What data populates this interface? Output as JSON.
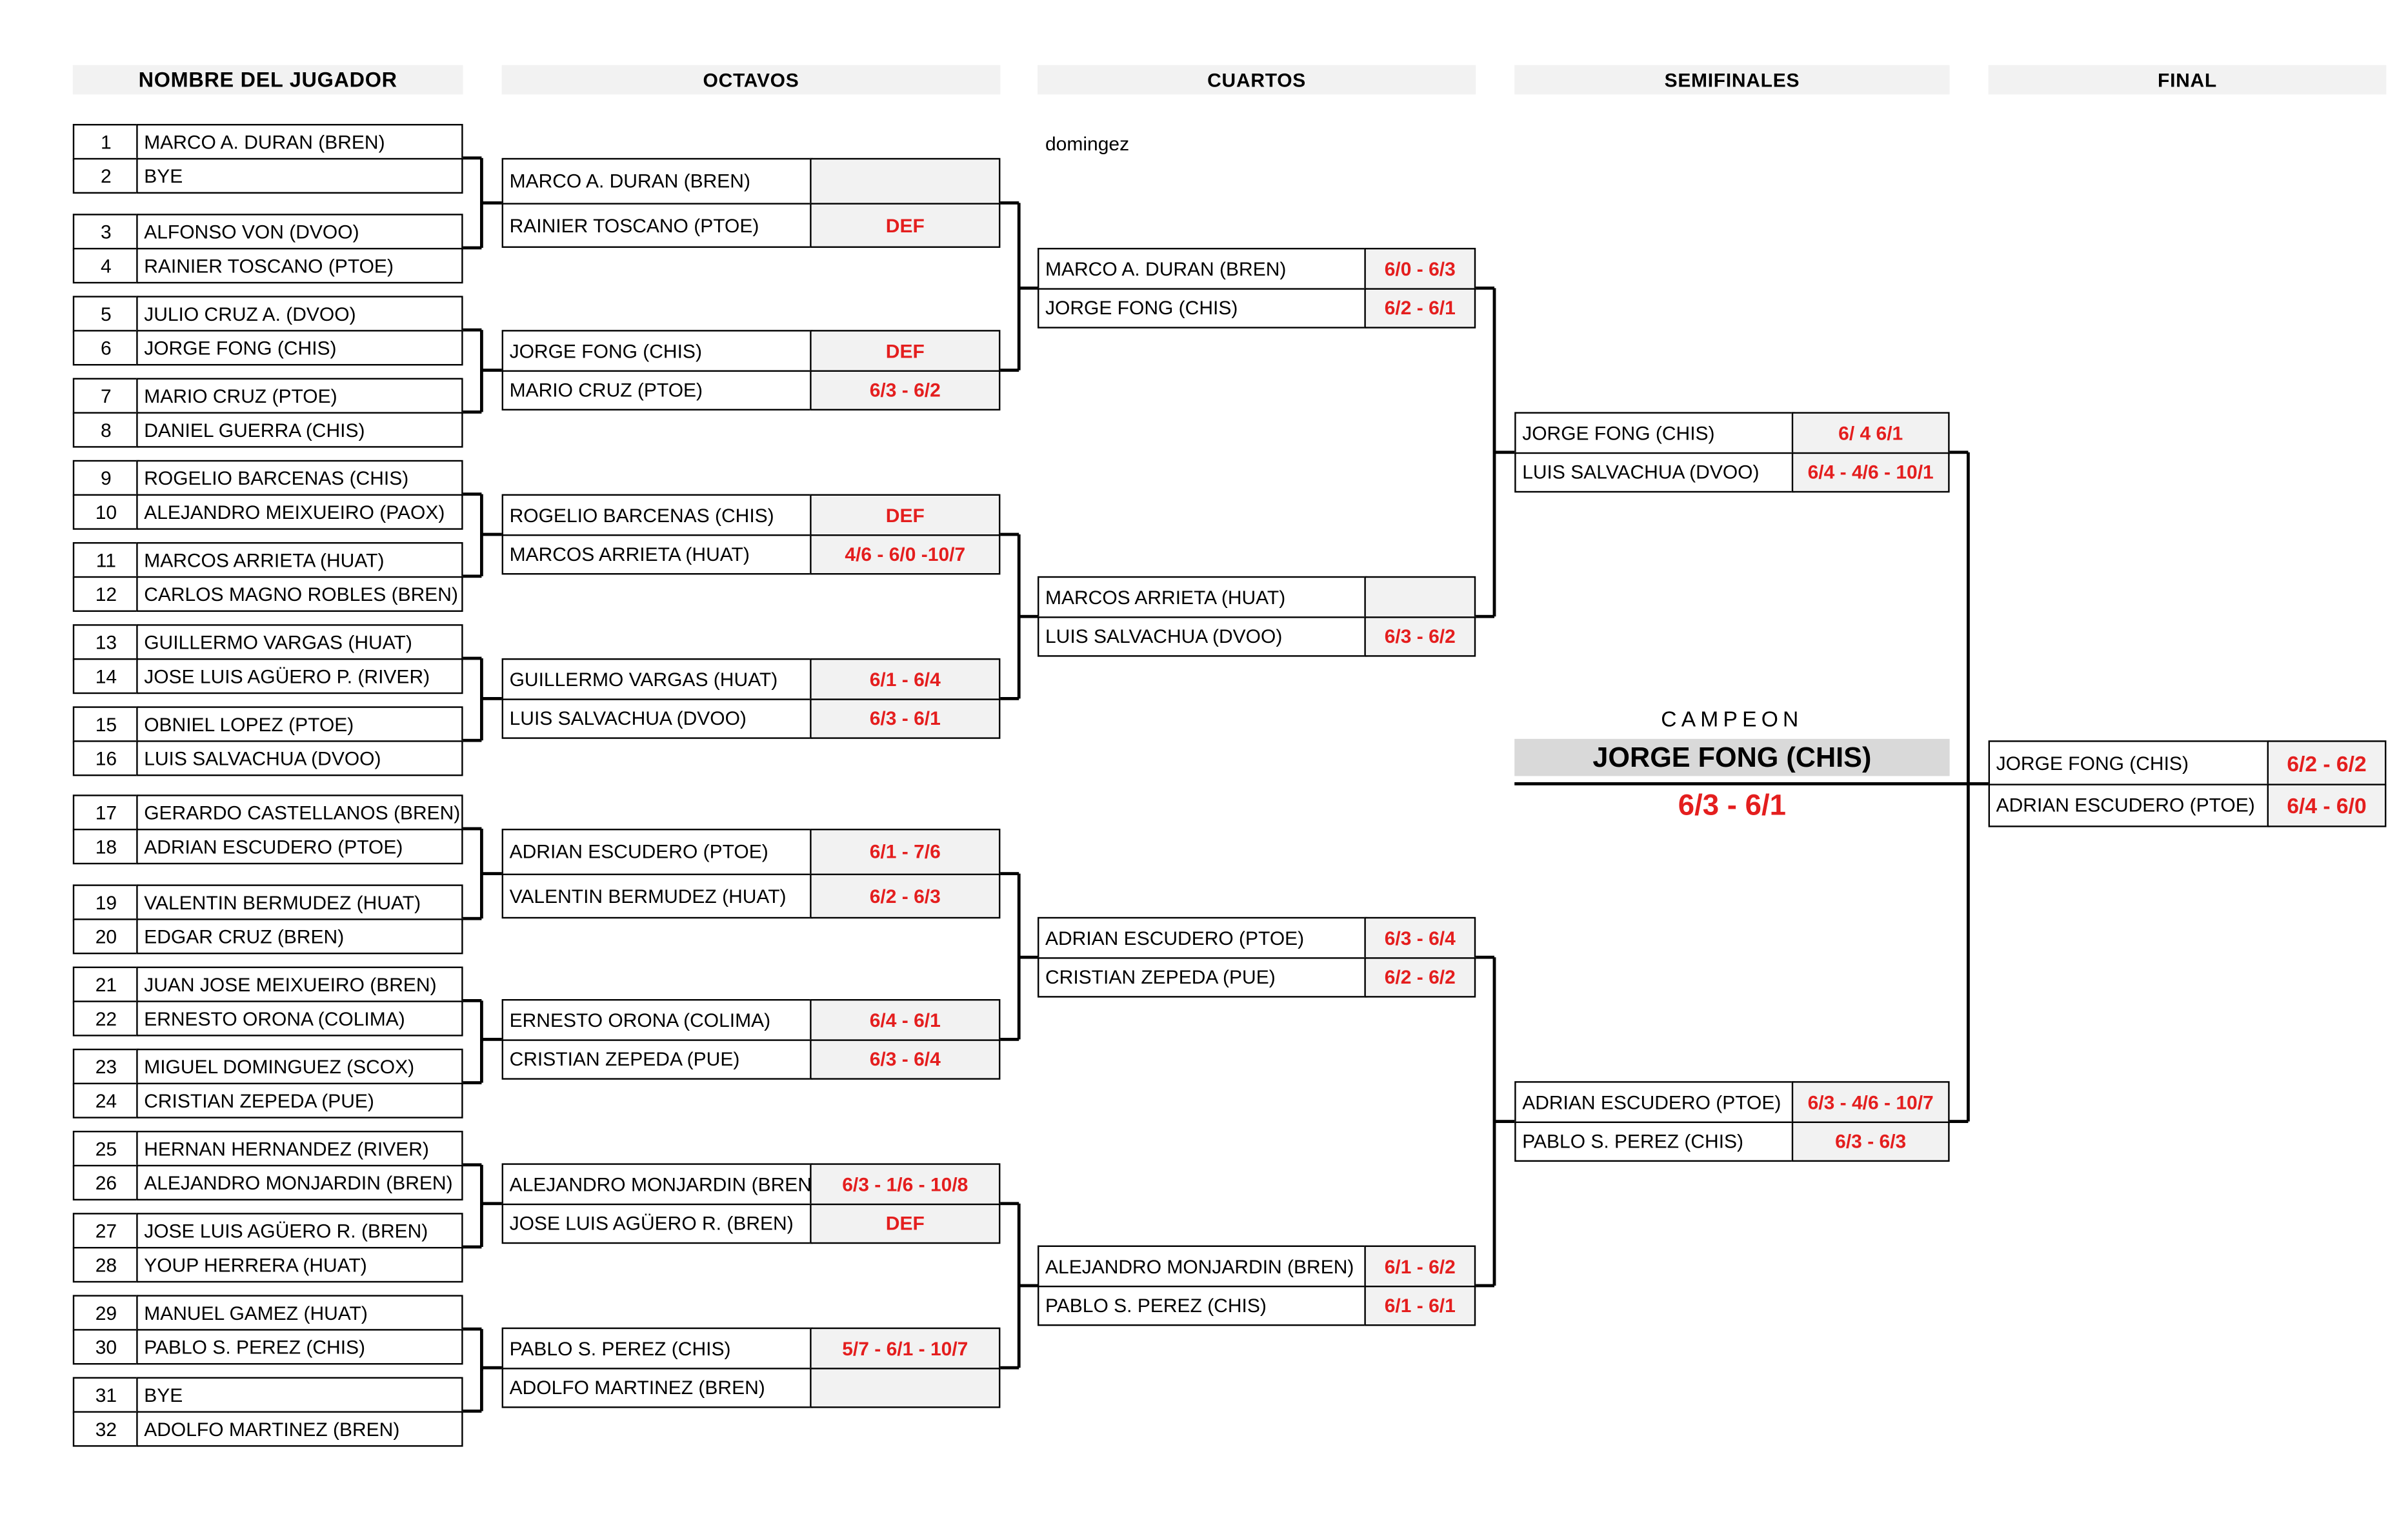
{
  "headers": {
    "players": "NOMBRE DEL JUGADOR",
    "octavos": "OCTAVOS",
    "cuartos": "CUARTOS",
    "semifinales": "SEMIFINALES",
    "final": "FINAL"
  },
  "note": "domingez",
  "players": [
    {
      "n": "1",
      "name": "MARCO A. DURAN (BREN)"
    },
    {
      "n": "2",
      "name": "BYE"
    },
    {
      "n": "3",
      "name": "ALFONSO VON (DVOO)"
    },
    {
      "n": "4",
      "name": "RAINIER TOSCANO (PTOE)"
    },
    {
      "n": "5",
      "name": "JULIO CRUZ A. (DVOO)"
    },
    {
      "n": "6",
      "name": "JORGE FONG (CHIS)"
    },
    {
      "n": "7",
      "name": "MARIO CRUZ (PTOE)"
    },
    {
      "n": "8",
      "name": "DANIEL GUERRA (CHIS)"
    },
    {
      "n": "9",
      "name": "ROGELIO BARCENAS (CHIS)"
    },
    {
      "n": "10",
      "name": "ALEJANDRO MEIXUEIRO (PAOX)"
    },
    {
      "n": "11",
      "name": "MARCOS ARRIETA (HUAT)"
    },
    {
      "n": "12",
      "name": "CARLOS MAGNO ROBLES (BREN)"
    },
    {
      "n": "13",
      "name": "GUILLERMO VARGAS (HUAT)"
    },
    {
      "n": "14",
      "name": "JOSE LUIS AGÜERO P. (RIVER)"
    },
    {
      "n": "15",
      "name": "OBNIEL LOPEZ (PTOE)"
    },
    {
      "n": "16",
      "name": "LUIS SALVACHUA (DVOO)"
    },
    {
      "n": "17",
      "name": "GERARDO CASTELLANOS (BREN)"
    },
    {
      "n": "18",
      "name": "ADRIAN ESCUDERO (PTOE)"
    },
    {
      "n": "19",
      "name": "VALENTIN BERMUDEZ (HUAT)"
    },
    {
      "n": "20",
      "name": "EDGAR CRUZ (BREN)"
    },
    {
      "n": "21",
      "name": "JUAN  JOSE MEIXUEIRO (BREN)"
    },
    {
      "n": "22",
      "name": "ERNESTO  ORONA (COLIMA)"
    },
    {
      "n": "23",
      "name": "MIGUEL DOMINGUEZ (SCOX)"
    },
    {
      "n": "24",
      "name": "CRISTIAN ZEPEDA (PUE)"
    },
    {
      "n": "25",
      "name": "HERNAN HERNANDEZ (RIVER)"
    },
    {
      "n": "26",
      "name": "ALEJANDRO MONJARDIN (BREN)"
    },
    {
      "n": "27",
      "name": "JOSE LUIS AGÜERO R. (BREN)"
    },
    {
      "n": "28",
      "name": "YOUP HERRERA   (HUAT)"
    },
    {
      "n": "29",
      "name": "MANUEL GAMEZ (HUAT)"
    },
    {
      "n": "30",
      "name": "PABLO S. PEREZ (CHIS)"
    },
    {
      "n": "31",
      "name": "BYE"
    },
    {
      "n": "32",
      "name": "ADOLFO MARTINEZ (BREN)"
    }
  ],
  "octavos": [
    {
      "p1": "MARCO A. DURAN (BREN)",
      "s1": "",
      "p2": "RAINIER TOSCANO (PTOE)",
      "s2": "DEF"
    },
    {
      "p1": "JORGE FONG (CHIS)",
      "s1": "DEF",
      "p2": "MARIO CRUZ (PTOE)",
      "s2": "6/3 - 6/2"
    },
    {
      "p1": "ROGELIO BARCENAS (CHIS)",
      "s1": "DEF",
      "p2": "MARCOS ARRIETA (HUAT)",
      "s2": "4/6 - 6/0 -10/7"
    },
    {
      "p1": "GUILLERMO VARGAS (HUAT)",
      "s1": "6/1 - 6/4",
      "p2": "LUIS SALVACHUA (DVOO)",
      "s2": "6/3 - 6/1"
    },
    {
      "p1": "ADRIAN ESCUDERO (PTOE)",
      "s1": "6/1 - 7/6",
      "p2": "VALENTIN BERMUDEZ (HUAT)",
      "s2": "6/2 - 6/3"
    },
    {
      "p1": "ERNESTO  ORONA (COLIMA)",
      "s1": "6/4 - 6/1",
      "p2": "CRISTIAN ZEPEDA (PUE)",
      "s2": "6/3 - 6/4"
    },
    {
      "p1": "ALEJANDRO MONJARDIN (BREN)",
      "s1": "6/3 - 1/6 - 10/8",
      "p2": "JOSE LUIS AGÜERO R. (BREN)",
      "s2": "DEF"
    },
    {
      "p1": "PABLO S. PEREZ (CHIS)",
      "s1": "5/7 - 6/1 - 10/7",
      "p2": "ADOLFO MARTINEZ (BREN)",
      "s2": ""
    }
  ],
  "cuartos": [
    {
      "p1": "MARCO A. DURAN (BREN)",
      "s1": "6/0 - 6/3",
      "p2": "JORGE FONG (CHIS)",
      "s2": "6/2 - 6/1"
    },
    {
      "p1": "MARCOS ARRIETA (HUAT)",
      "s1": "",
      "p2": "LUIS SALVACHUA (DVOO)",
      "s2": "6/3 - 6/2"
    },
    {
      "p1": "ADRIAN ESCUDERO (PTOE)",
      "s1": "6/3 - 6/4",
      "p2": "CRISTIAN ZEPEDA (PUE)",
      "s2": "6/2 - 6/2"
    },
    {
      "p1": "ALEJANDRO MONJARDIN (BREN)",
      "s1": "6/1 - 6/2",
      "p2": "PABLO S. PEREZ (CHIS)",
      "s2": "6/1 - 6/1"
    }
  ],
  "semifinales": [
    {
      "p1": "JORGE FONG (CHIS)",
      "s1": "6/ 4 6/1",
      "p2": "LUIS SALVACHUA (DVOO)",
      "s2": "6/4 - 4/6 - 10/1"
    },
    {
      "p1": "ADRIAN ESCUDERO (PTOE)",
      "s1": "6/3 - 4/6 - 10/7",
      "p2": "PABLO S. PEREZ (CHIS)",
      "s2": "6/3 - 6/3"
    }
  ],
  "final": {
    "p1": "JORGE FONG (CHIS)",
    "s1": "6/2 - 6/2",
    "p2": "ADRIAN ESCUDERO (PTOE)",
    "s2": "6/4 - 6/0"
  },
  "champion": {
    "label": "CAMPEON",
    "name": "JORGE FONG (CHIS)",
    "score": "6/3 - 6/1"
  },
  "colors": {
    "score_red": "#e41e1e",
    "header_gray": "#f2f2f2",
    "champion_gray": "#d9d9d9"
  }
}
